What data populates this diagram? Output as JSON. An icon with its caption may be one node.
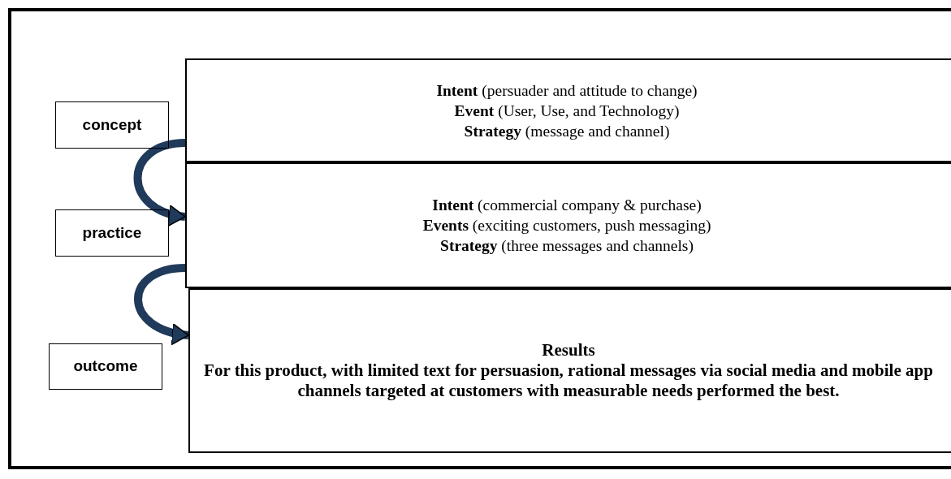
{
  "diagram": {
    "nodes": [
      {
        "text": [
          "concept"
        ]
      },
      {
        "text": [
          "**Intent** (persuader and attitude to change)",
          "**Event** (User, Use, and Technology)",
          "**Strategy** (message and channel)"
        ]
      },
      {
        "text": [
          "practice"
        ]
      },
      {
        "text": [
          "**Intent** (commercial company & purchase)",
          "**Events** (exciting customers, push messaging)",
          "**Strategy** (three messages and channels)"
        ]
      },
      {
        "text": [
          "outcome"
        ]
      },
      {
        "text": [
          "Results",
          "For this product, with limited text for persuasion, rational messages via social media and mobile app channels targeted at customers with measurable needs performed the best."
        ]
      }
    ],
    "edges": [
      {
        "from": 1,
        "to": 3,
        "arrow": "to",
        "color": "#1f3a5a"
      },
      {
        "from": 3,
        "to": 5,
        "arrow": "to",
        "color": "#1f3a5a"
      }
    ]
  }
}
